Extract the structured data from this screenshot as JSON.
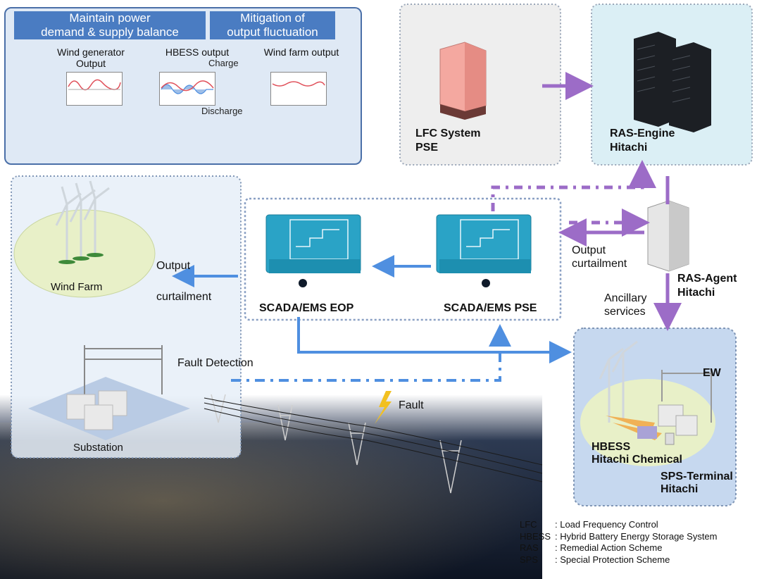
{
  "top_panel": {
    "header_left": [
      "Maintain power",
      "demand & supply balance"
    ],
    "header_right": [
      "Mitigation of",
      "output fluctuation"
    ],
    "wind_gen_label": [
      "Wind generator",
      "Output"
    ],
    "hbess_label": "HBESS output",
    "wind_farm_out_label": "Wind farm output",
    "charge": "Charge",
    "discharge": "Discharge"
  },
  "nodes": {
    "lfc": [
      "LFC System",
      "PSE"
    ],
    "ras_engine": [
      "RAS-Engine",
      "Hitachi"
    ],
    "ras_agent": [
      "RAS-Agent",
      "Hitachi"
    ],
    "scada_eop": "SCADA/EMS EOP",
    "scada_pse": "SCADA/EMS PSE",
    "wind_farm": "Wind Farm",
    "substation": "Substation",
    "ew": "EW",
    "hbess": [
      "HBESS",
      "Hitachi Chemical"
    ],
    "sps": [
      "SPS-Terminal",
      "Hitachi"
    ]
  },
  "edges": {
    "output_curtailment_left": [
      "Output",
      "curtailment"
    ],
    "output_curtailment_right": [
      "Output",
      "curtailment"
    ],
    "ancillary": [
      "Ancillary",
      "services"
    ],
    "fault_detection": "Fault Detection",
    "fault": "Fault"
  },
  "legend": [
    {
      "abbr": "LFC",
      "desc": ": Load Frequency Control"
    },
    {
      "abbr": "HBESS",
      "desc": ": Hybrid Battery Energy Storage System"
    },
    {
      "abbr": "RAS",
      "desc": ": Remedial Action Scheme"
    },
    {
      "abbr": "SPS",
      "desc": ": Special Protection Scheme"
    }
  ],
  "colors": {
    "purple": "#9c6cc7",
    "blue": "#4f8fe0",
    "orange": "#f28c1e"
  }
}
